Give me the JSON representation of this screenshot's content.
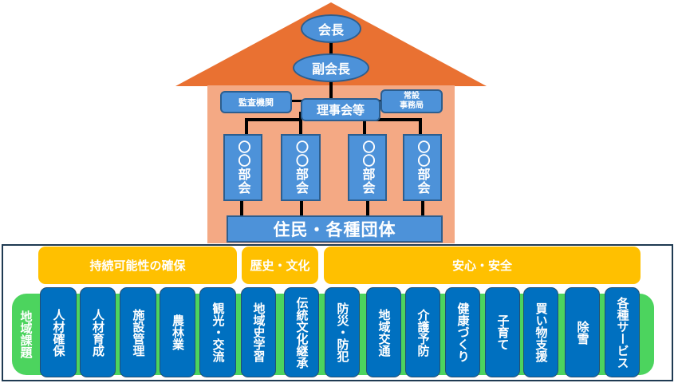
{
  "diagram": {
    "title_nodes": {
      "president": "会長",
      "vice_president": "副会長",
      "board": "理事会等",
      "audit": "監査機関",
      "secretariat_line1": "常設",
      "secretariat_line2": "事務局"
    },
    "committees": [
      {
        "label": "〇〇部会"
      },
      {
        "label": "〇〇部会"
      },
      {
        "label": "〇〇部会"
      },
      {
        "label": "〇〇部会"
      }
    ],
    "residents": "住民・各種団体",
    "issues": {
      "region_label": "地域課題",
      "categories": [
        {
          "label": "持続可能性の確保"
        },
        {
          "label": "歴史・文化"
        },
        {
          "label": "安心・安全"
        }
      ],
      "items": [
        {
          "label": "人材確保",
          "category": "持続可能性の確保"
        },
        {
          "label": "人材育成",
          "category": "持続可能性の確保"
        },
        {
          "label": "施設管理",
          "category": "持続可能性の確保"
        },
        {
          "label": "農林業",
          "category": "持続可能性の確保"
        },
        {
          "label": "観光・交流",
          "category": "持続可能性の確保"
        },
        {
          "label": "地域史学習",
          "category": "歴史・文化"
        },
        {
          "label": "伝統文化継承",
          "category": "歴史・文化"
        },
        {
          "label": "防災・防犯",
          "category": "安心・安全"
        },
        {
          "label": "地域交通",
          "category": "安心・安全"
        },
        {
          "label": "介護予防",
          "category": "安心・安全"
        },
        {
          "label": "健康づくり",
          "category": "安心・安全"
        },
        {
          "label": "子育て",
          "category": "安心・安全"
        },
        {
          "label": "買い物支援",
          "category": "安心・安全"
        },
        {
          "label": "除雪",
          "category": "安心・安全"
        },
        {
          "label": "各種サービス",
          "category": "安心・安全"
        }
      ]
    }
  },
  "colors": {
    "roof": "#E97132",
    "wall": "#F4A984",
    "node_blue": "#4D92D9",
    "column_blue": "#0070C0",
    "category_yellow": "#FFC000",
    "issue_green": "#4CD45E"
  }
}
